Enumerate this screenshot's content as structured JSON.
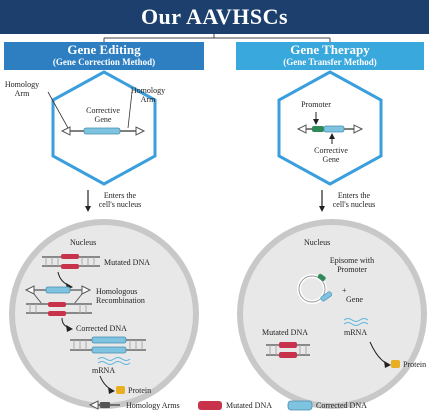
{
  "title": "Our AAVHSCs",
  "left": {
    "header_title": "Gene Editing",
    "header_sub": "(Gene Correction Method)",
    "homology_arm_left": "Homology Arm",
    "homology_arm_right": "Homology Arm",
    "corrective_gene": "Corrective Gene",
    "enters": "Enters the cell's nucleus",
    "nucleus": "Nucleus",
    "mutated_dna": "Mutated DNA",
    "homologous_recombination": "Homologous Recombination",
    "corrected_dna": "Corrected DNA",
    "mrna": "mRNA",
    "protein": "Protein"
  },
  "right": {
    "header_title": "Gene Therapy",
    "header_sub": "(Gene Transfer Method)",
    "promoter": "Promoter",
    "corrective_gene": "Corrective Gene",
    "enters": "Enters the cell's nucleus",
    "nucleus": "Nucleus",
    "episome": "Episome with Promoter",
    "plus": "+",
    "gene": "Gene",
    "mrna": "mRNA",
    "mutated_dna": "Mutated DNA",
    "protein": "Protein"
  },
  "legend": {
    "homology_arms": "Homology Arms",
    "mutated_dna": "Mutated DNA",
    "corrected_dna": "Corrected DNA"
  },
  "colors": {
    "title_bg": "#1d3f6e",
    "left_header": "#2e7fc1",
    "right_header": "#39a8dc",
    "hexagon_stroke": "#3a9fdc",
    "mutated": "#c8324a",
    "corrected": "#7ec3e0",
    "promoter": "#2e8b57",
    "protein": "#e8b020",
    "nucleus_fill": "#e8e8e8",
    "nucleus_stroke": "#c8c8c8"
  }
}
